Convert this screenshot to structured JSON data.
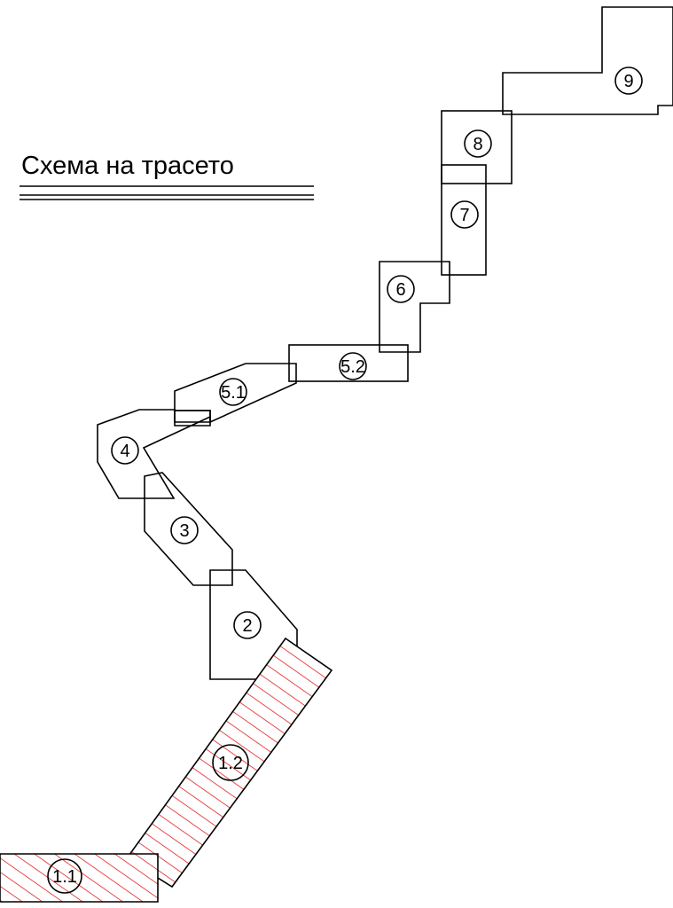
{
  "title": "Схема на трасето",
  "colors": {
    "hatch": "#e00000",
    "stroke": "#000000"
  },
  "sections": [
    {
      "id": "s9",
      "label": "9",
      "hatched": false
    },
    {
      "id": "s8",
      "label": "8",
      "hatched": false
    },
    {
      "id": "s7",
      "label": "7",
      "hatched": false
    },
    {
      "id": "s6",
      "label": "6",
      "hatched": false
    },
    {
      "id": "s52",
      "label": "5.2",
      "hatched": false
    },
    {
      "id": "s51",
      "label": "5.1",
      "hatched": false
    },
    {
      "id": "s4",
      "label": "4",
      "hatched": false
    },
    {
      "id": "s3",
      "label": "3",
      "hatched": false
    },
    {
      "id": "s2",
      "label": "2",
      "hatched": false
    },
    {
      "id": "s12",
      "label": "1.2",
      "hatched": true
    },
    {
      "id": "s11",
      "label": "1.1",
      "hatched": true
    }
  ]
}
